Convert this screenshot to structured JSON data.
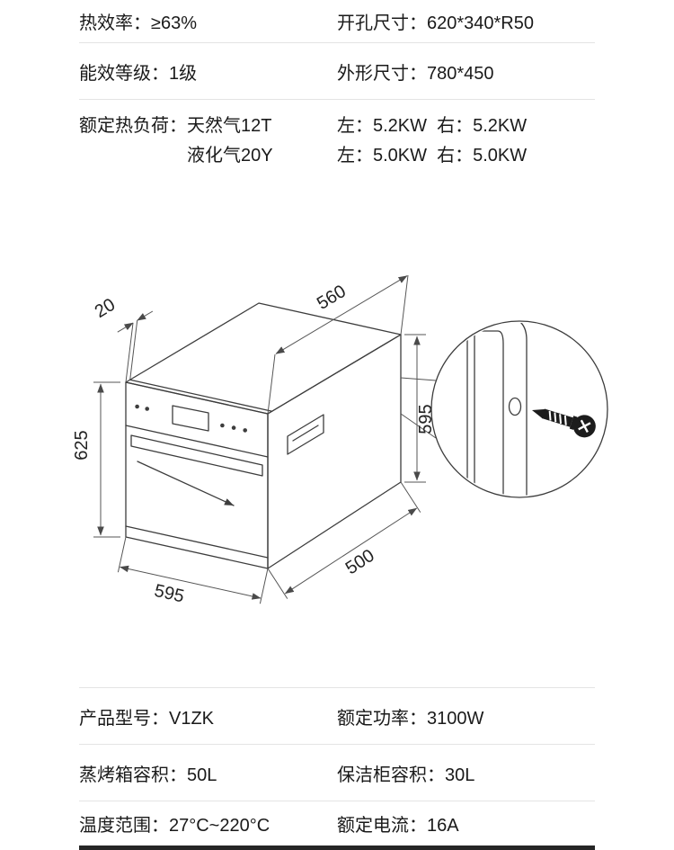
{
  "colors": {
    "divider": "#e4e4e4",
    "text": "#1a1a1a",
    "line": "#3d3d3d",
    "dark_bar": "#262626"
  },
  "spec_top": {
    "rows": [
      {
        "left": "热效率：≥63%",
        "right": "开孔尺寸：620*340*R50"
      },
      {
        "left": "能效等级：1级",
        "right": "外形尺寸：780*450"
      },
      {
        "left_label": "额定热负荷：",
        "left_lines": [
          "天然气12T",
          "液化气20Y"
        ],
        "right_lines": [
          "左：5.2KW  右：5.2KW",
          "左：5.0KW  右：5.0KW"
        ]
      }
    ]
  },
  "diagram": {
    "dims": {
      "top_depth": "560",
      "flange": "20",
      "front_height": "625",
      "side_height": "595",
      "front_width": "595",
      "bottom_depth": "500"
    }
  },
  "spec_bottom": {
    "rows": [
      {
        "left": "产品型号：V1ZK",
        "right": "额定功率：3100W"
      },
      {
        "left": "蒸烤箱容积：50L",
        "right": "保洁柜容积：30L"
      },
      {
        "left": "温度范围：27°C~220°C",
        "right": "额定电流：16A"
      }
    ]
  }
}
